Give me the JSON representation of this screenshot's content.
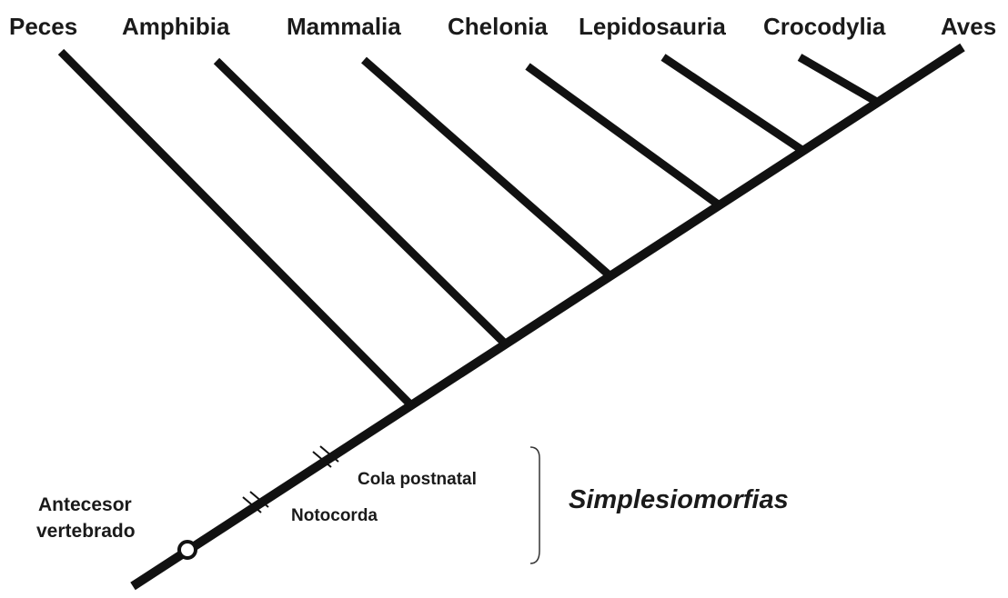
{
  "taxa": [
    "Peces",
    "Amphibia",
    "Mammalia",
    "Chelonia",
    "Lepidosauria",
    "Crocodylia",
    "Aves"
  ],
  "root": {
    "line1": "Antecesor",
    "line2": "vertebrado"
  },
  "characters": [
    "Notocorda",
    "Cola postnatal"
  ],
  "bracket_label": "Simplesiomorfias",
  "colors": {
    "lines": "#111111",
    "text": "#1a1a1a",
    "background": "#ffffff"
  }
}
